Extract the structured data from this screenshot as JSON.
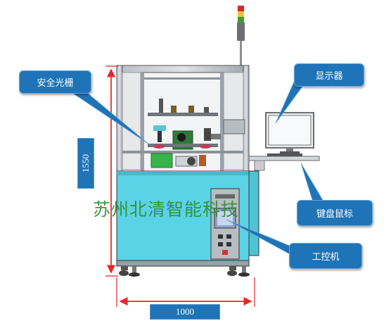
{
  "labels": {
    "light_curtain": "安全光栅",
    "monitor": "显示器",
    "keyboard_mouse": "键盘鼠标",
    "ipc": "工控机"
  },
  "dimensions": {
    "height": "1550",
    "width": "1000"
  },
  "watermark": "苏州北清智能科技",
  "colors": {
    "callout_fill": "#1f73b7",
    "base_cabinet": "#5ad3e6",
    "dimension_line": "#e8262b",
    "watermark_text": "#2f8d2f"
  }
}
